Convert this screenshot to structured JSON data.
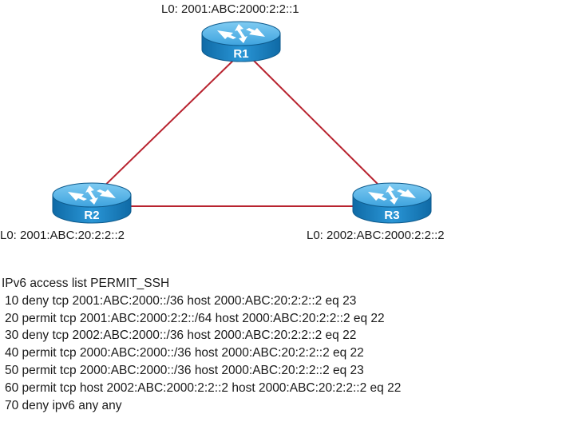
{
  "routers": [
    {
      "name": "R1",
      "loopback": "L0: 2001:ABC:2000:2:2::1"
    },
    {
      "name": "R2",
      "loopback": "L0: 2001:ABC:20:2:2::2"
    },
    {
      "name": "R3",
      "loopback": "L0: 2002:ABC:2000:2:2::2"
    }
  ],
  "links": [
    {
      "from": "R1",
      "to": "R2"
    },
    {
      "from": "R1",
      "to": "R3"
    },
    {
      "from": "R2",
      "to": "R3"
    }
  ],
  "colors": {
    "link": "#b8232f",
    "router_body": "#1e86c8",
    "router_top": "#5db8ea",
    "router_edge": "#0d5a8c",
    "router_text": "#ffffff"
  },
  "acl": {
    "title": "IPv6 access list PERMIT_SSH",
    "entries": [
      "10 deny tcp 2001:ABC:2000::/36 host 2000:ABC:20:2:2::2 eq 23",
      "20 permit tcp 2001:ABC:2000:2:2::/64 host 2000:ABC:20:2:2::2 eq 22",
      "30 deny tcp 2002:ABC:2000::/36 host 2000:ABC:20:2:2::2 eq 22",
      "40 permit tcp 2000:ABC:2000::/36 host 2000:ABC:20:2:2::2 eq 22",
      "50 permit tcp 2000:ABC:2000::/36 host 2000:ABC:20:2:2::2 eq 23",
      "60 permit tcp host 2002:ABC:2000:2:2::2 host 2000:ABC:20:2:2::2 eq 22",
      "70 deny ipv6 any any"
    ]
  }
}
